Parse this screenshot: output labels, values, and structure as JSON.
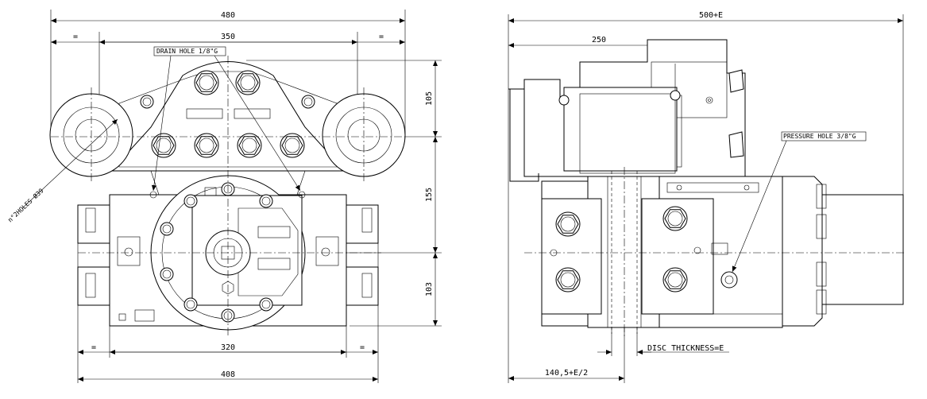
{
  "front_view": {
    "dims": {
      "overall_width": "480",
      "pivot_span": "350",
      "equal_left": "=",
      "equal_right": "=",
      "top_height": "105",
      "middle_height": "155",
      "lower_height": "103",
      "base_width": "320",
      "base_equal_left": "=",
      "base_equal_right": "=",
      "mount_width": "408"
    },
    "notes": {
      "drain_hole": "DRAIN HOLE 1/8\"G",
      "holes": "n°2HOLES Ø39"
    }
  },
  "side_view": {
    "dims": {
      "overall_width": "500+E",
      "caliper_width": "250",
      "offset": "140,5+E/2"
    },
    "notes": {
      "pressure_hole": "PRESSURE HOLE 3/8\"G",
      "disc_thickness": "DISC THICKNESS=E"
    }
  }
}
